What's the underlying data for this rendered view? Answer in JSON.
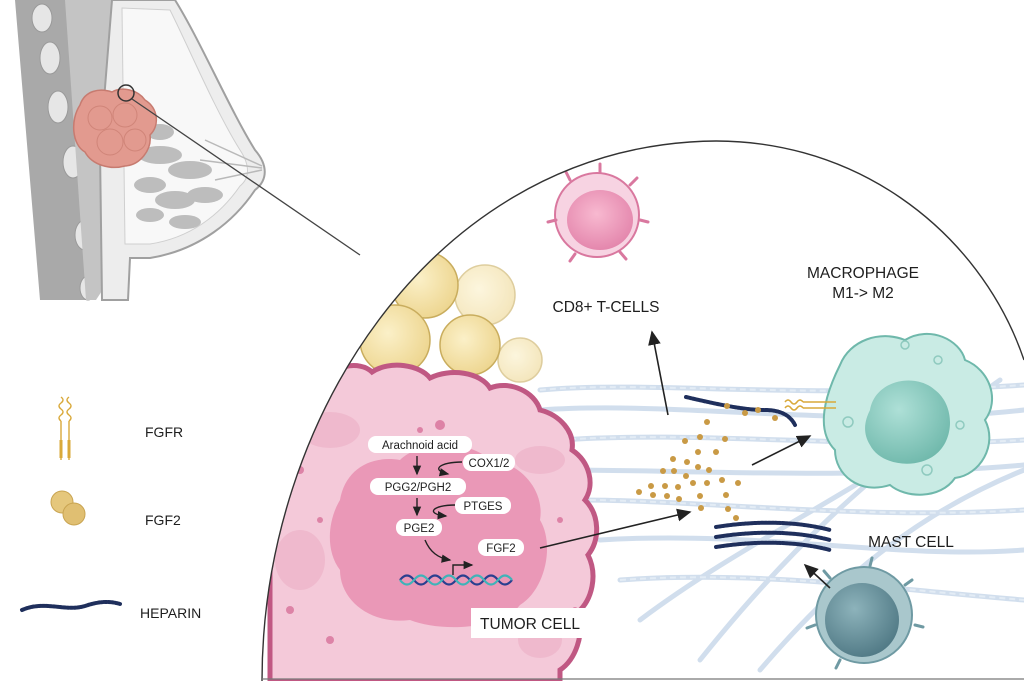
{
  "title": "FGF2 signaling in the breast tumor microenvironment",
  "legend": {
    "items": [
      {
        "icon": "fgfr-receptor-icon",
        "label": "FGFR"
      },
      {
        "icon": "fgf2-molecule-icon",
        "label": "FGF2"
      },
      {
        "icon": "heparin-chain-icon",
        "label": "HEPARIN"
      }
    ]
  },
  "cells": {
    "tcell": {
      "label": "CD8+ T-CELLS"
    },
    "macrophage": {
      "label_line1": "MACROPHAGE",
      "label_line2": "M1-> M2"
    },
    "mast": {
      "label": "MAST CELL"
    },
    "tumor": {
      "label": "TUMOR CELL"
    }
  },
  "pathway": {
    "steps": [
      {
        "label": "Arachnoid acid"
      },
      {
        "label": "PGG2/PGH2"
      },
      {
        "label": "PGE2"
      },
      {
        "label": "FGF2"
      }
    ],
    "enzymes": [
      {
        "label": "COX1/2"
      },
      {
        "label": "PTGES"
      }
    ]
  },
  "colors": {
    "tumor_outline": "#c05883",
    "tumor_fill": "#f4c9d9",
    "nucleus_fill": "#e88fb0",
    "adipocyte": "#f6e4a6",
    "fgf2_gold": "#c99a45",
    "heparin": "#1f2f5c",
    "collagen": "#c9d9ea",
    "macrophage": "#a8d8cf",
    "mast_cell": "#6f9aa3",
    "tcell": "#f0a7c4",
    "breast_gray": "#b8b8b8"
  }
}
